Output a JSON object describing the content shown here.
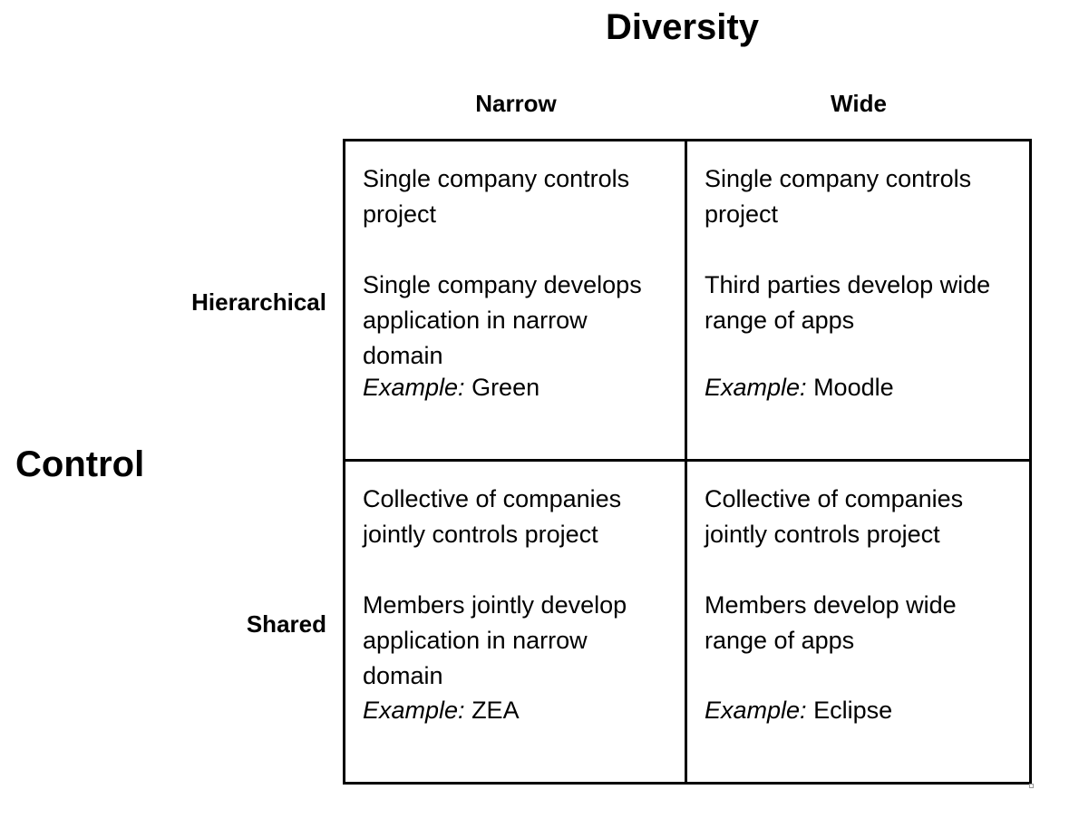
{
  "title_top": "Diversity",
  "title_left": "Control",
  "columns": [
    "Narrow",
    "Wide"
  ],
  "rows": [
    "Hierarchical",
    "Shared"
  ],
  "cells": [
    [
      {
        "control": "Single company controls project",
        "development": "Single company develops application in narrow domain",
        "example_label": "Example:",
        "example_value": " Green"
      },
      {
        "control": "Single company controls project",
        "development": "Third parties develop wide range of apps",
        "example_label": "Example:",
        "example_value": " Moodle"
      }
    ],
    [
      {
        "control": "Collective of companies jointly controls project",
        "development": "Members jointly develop application in narrow domain",
        "example_label": "Example:",
        "example_value": " ZEA"
      },
      {
        "control": "Collective of companies jointly controls project",
        "development": "Members develop wide range of apps",
        "example_label": "Example:",
        "example_value": " Eclipse"
      }
    ]
  ]
}
